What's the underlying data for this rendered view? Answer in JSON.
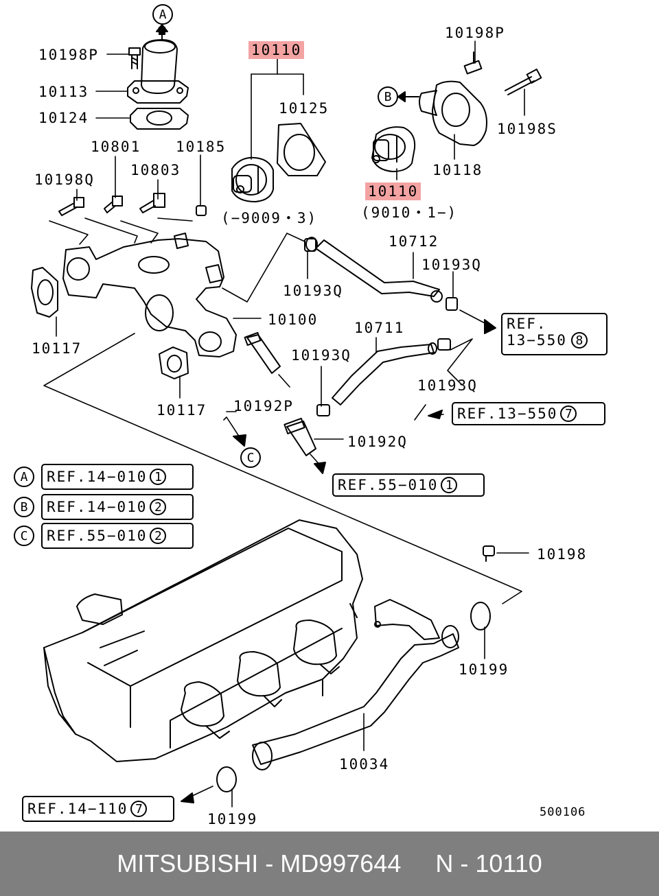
{
  "labels": {
    "p10198P_top": "10198P",
    "p10113": "10113",
    "p10124": "10124",
    "p10110_top": "10110",
    "p10125": "10125",
    "p10198P_right": "10198P",
    "p10198S": "10198S",
    "p10118": "10118",
    "p10110_right": "10110",
    "note_left": "(−9009・3)",
    "note_right": "(9010・1−)",
    "p10801": "10801",
    "p10185": "10185",
    "p10198Q": "10198Q",
    "p10803": "10803",
    "p10712": "10712",
    "p10193Q_a": "10193Q",
    "p10193Q_b": "10193Q",
    "p10100": "10100",
    "p10117_left": "10117",
    "p10711": "10711",
    "p10193Q_c": "10193Q",
    "p10193Q_d": "10193Q",
    "p10117_bottom": "10117",
    "p10192P": "10192P",
    "p10192Q": "10192Q",
    "p10198": "10198",
    "p10199_right": "10199",
    "p10034": "10034",
    "p10199_bottom": "10199",
    "diagram_code": "500106"
  },
  "callouts": {
    "A": "A",
    "B": "B",
    "C": "C"
  },
  "refs": {
    "ref_13_550_8": {
      "text": "REF.",
      "text2": "13−550",
      "num": "8"
    },
    "ref_13_550_7": {
      "text": "REF.13−550",
      "num": "7"
    },
    "ref_55_010_1": {
      "text": "REF.55−010",
      "num": "1"
    },
    "ref_14_010_1": {
      "key": "A",
      "text": "REF.14−010",
      "num": "1"
    },
    "ref_14_010_2": {
      "key": "B",
      "text": "REF.14−010",
      "num": "2"
    },
    "ref_55_010_2": {
      "key": "C",
      "text": "REF.55−010",
      "num": "2"
    },
    "ref_14_110_7": {
      "text": "REF.14−110",
      "num": "7"
    }
  },
  "footer": {
    "text": "MITSUBISHI - MD997644     N - 10110"
  },
  "colors": {
    "highlight": "#f4a3a3",
    "footer_bg": "#7f7f7f",
    "footer_text": "#ffffff"
  }
}
